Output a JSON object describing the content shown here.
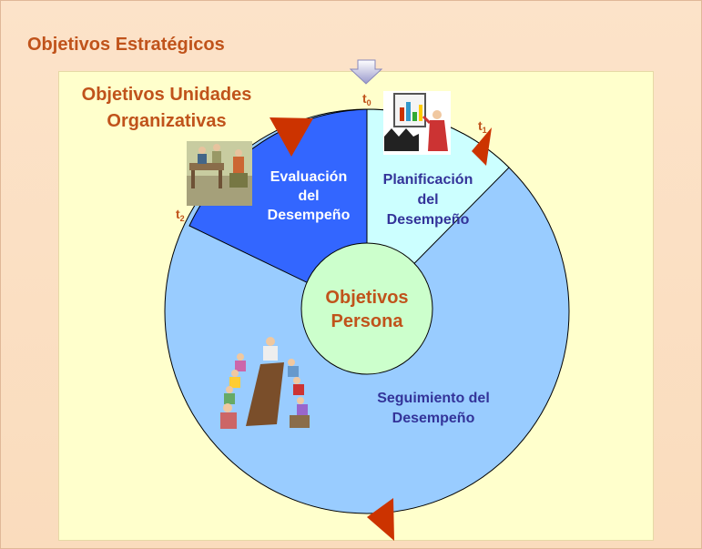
{
  "header": {
    "title": "Objetivos Estratégicos"
  },
  "units": {
    "line1": "Objetivos Unidades",
    "line2": "Organizativas"
  },
  "center": {
    "line1": "Objetivos",
    "line2": "Persona"
  },
  "segments": {
    "evaluacion": [
      "Evaluación",
      "del",
      "Desempeño"
    ],
    "planificacion": [
      "Planificación",
      "del",
      "Desempeño"
    ],
    "seguimiento": [
      "Seguimiento del",
      "Desempeño"
    ]
  },
  "markers": {
    "t0": {
      "base": "t",
      "sub": "0"
    },
    "t1": {
      "base": "t",
      "sub": "1"
    },
    "t2": {
      "base": "t",
      "sub": "2"
    }
  },
  "colors": {
    "evaluacion": "#3366ff",
    "planificacion": "#ccffff",
    "seguimiento": "#99ccff",
    "center": "#ccffcc",
    "arrow": "#cc3300",
    "title": "#c0531b",
    "segment_text": "#333399"
  }
}
